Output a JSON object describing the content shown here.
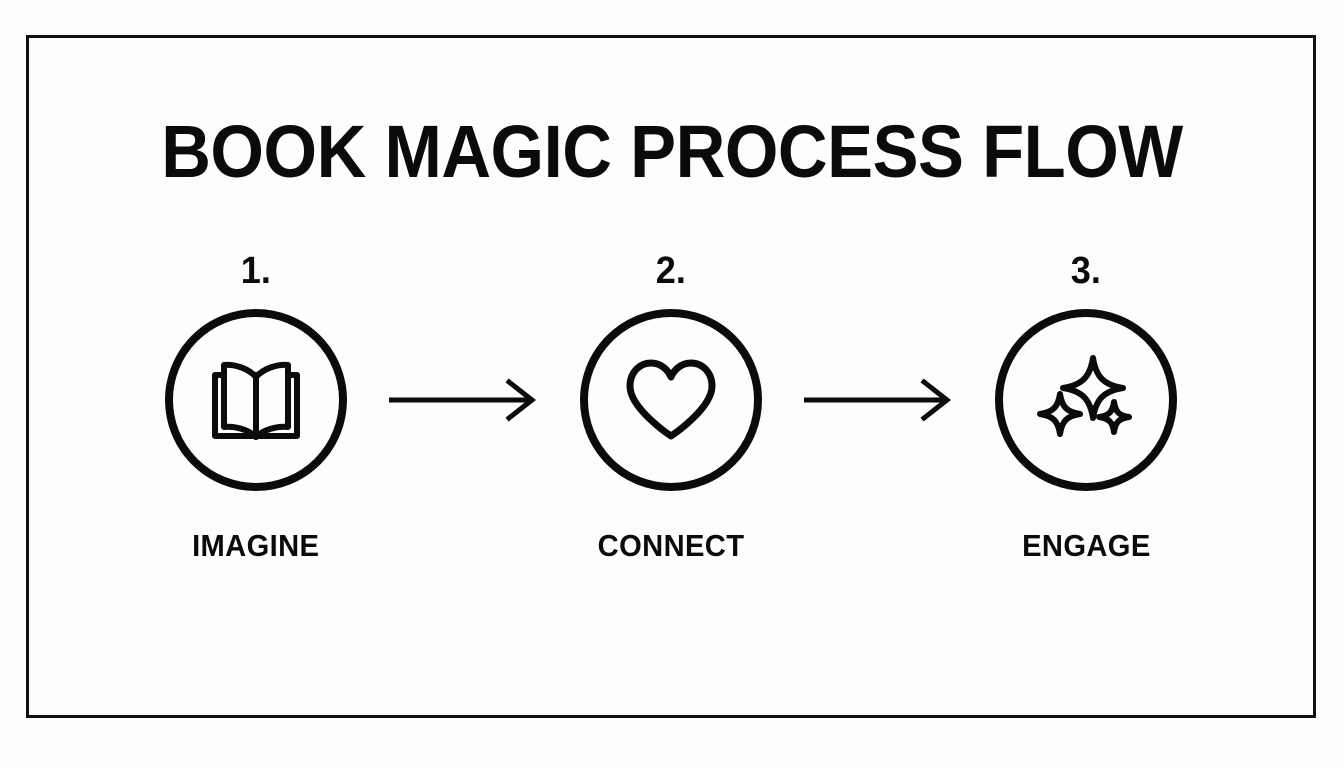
{
  "slide": {
    "background_color": "#fcfdfe",
    "border_color": "#111111",
    "ink_color": "#0b0b0b",
    "title": "BOOK MAGIC PROCESS FLOW"
  },
  "flow": {
    "steps": [
      {
        "number": "1.",
        "label": "IMAGINE",
        "icon": "open-book-icon"
      },
      {
        "number": "2.",
        "label": "CONNECT",
        "icon": "heart-icon"
      },
      {
        "number": "3.",
        "label": "ENGAGE",
        "icon": "sparkles-icon"
      }
    ],
    "connectors": [
      {
        "icon": "arrow-right-icon"
      },
      {
        "icon": "arrow-right-icon"
      }
    ]
  }
}
